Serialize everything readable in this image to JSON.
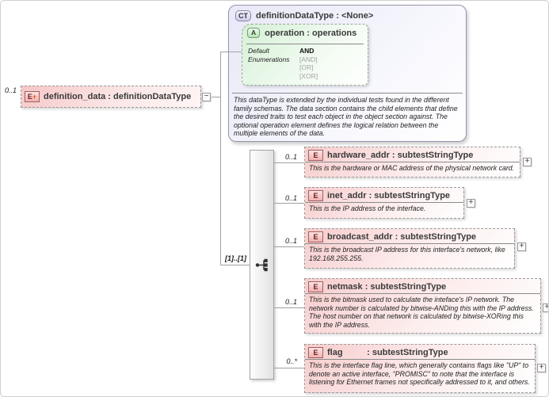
{
  "diagram": {
    "expand_glyph": "+",
    "collapse_glyph": "−",
    "root_element": {
      "cardinality": "0..1",
      "badge": "E",
      "badge_modifier": "+",
      "title": "definition_data : definitionDataType"
    },
    "complex_type": {
      "badge": "CT",
      "title": "definitionDataType : <None>",
      "documentation": "This dataType is extended by the individual tests found in the different family schemas.  The data section contains the child elements that define the desired traits to test each object in the object section against.  The optional operation element defines the logical relation between the multiple elements of the data.",
      "attribute": {
        "badge": "A",
        "title": "operation : operations",
        "default_label": "Default",
        "default_value": "AND",
        "enumerations_label": "Enumerations",
        "enumerations": [
          "[AND]",
          "[OR]",
          "[XOR]"
        ]
      }
    },
    "sequence": {
      "occurrence": "[1]..[1]"
    },
    "children": [
      {
        "cardinality": "0..1",
        "badge": "E",
        "title": "hardware_addr : subtestStringType",
        "documentation": "This is the hardware or MAC address of the physical network card."
      },
      {
        "cardinality": "0..1",
        "badge": "E",
        "title": "inet_addr : subtestStringType",
        "documentation": "This is the IP address of the interface."
      },
      {
        "cardinality": "0..1",
        "badge": "E",
        "title": "broadcast_addr : subtestStringType",
        "documentation": "This is the broadcast IP address for this interface's network, like 192.168.255.255."
      },
      {
        "cardinality": "0..1",
        "badge": "E",
        "title": "netmask : subtestStringType",
        "documentation": "This is the bitmask used to calculate the inteface's IP network.  The network number is calculated by bitwise-ANDing this with the IP address. The host number on that network is calculated by bitwise-XORing this with the IP address."
      },
      {
        "cardinality": "0..*",
        "badge": "E",
        "title": "flag          : subtestStringType",
        "documentation": "This is the interface flag line, which generally contains flags like \"UP\" to denote an active interface, \"PROMISC\" to note that the interface is listening for Ethernet frames not specifically addressed to it, and others."
      }
    ]
  }
}
